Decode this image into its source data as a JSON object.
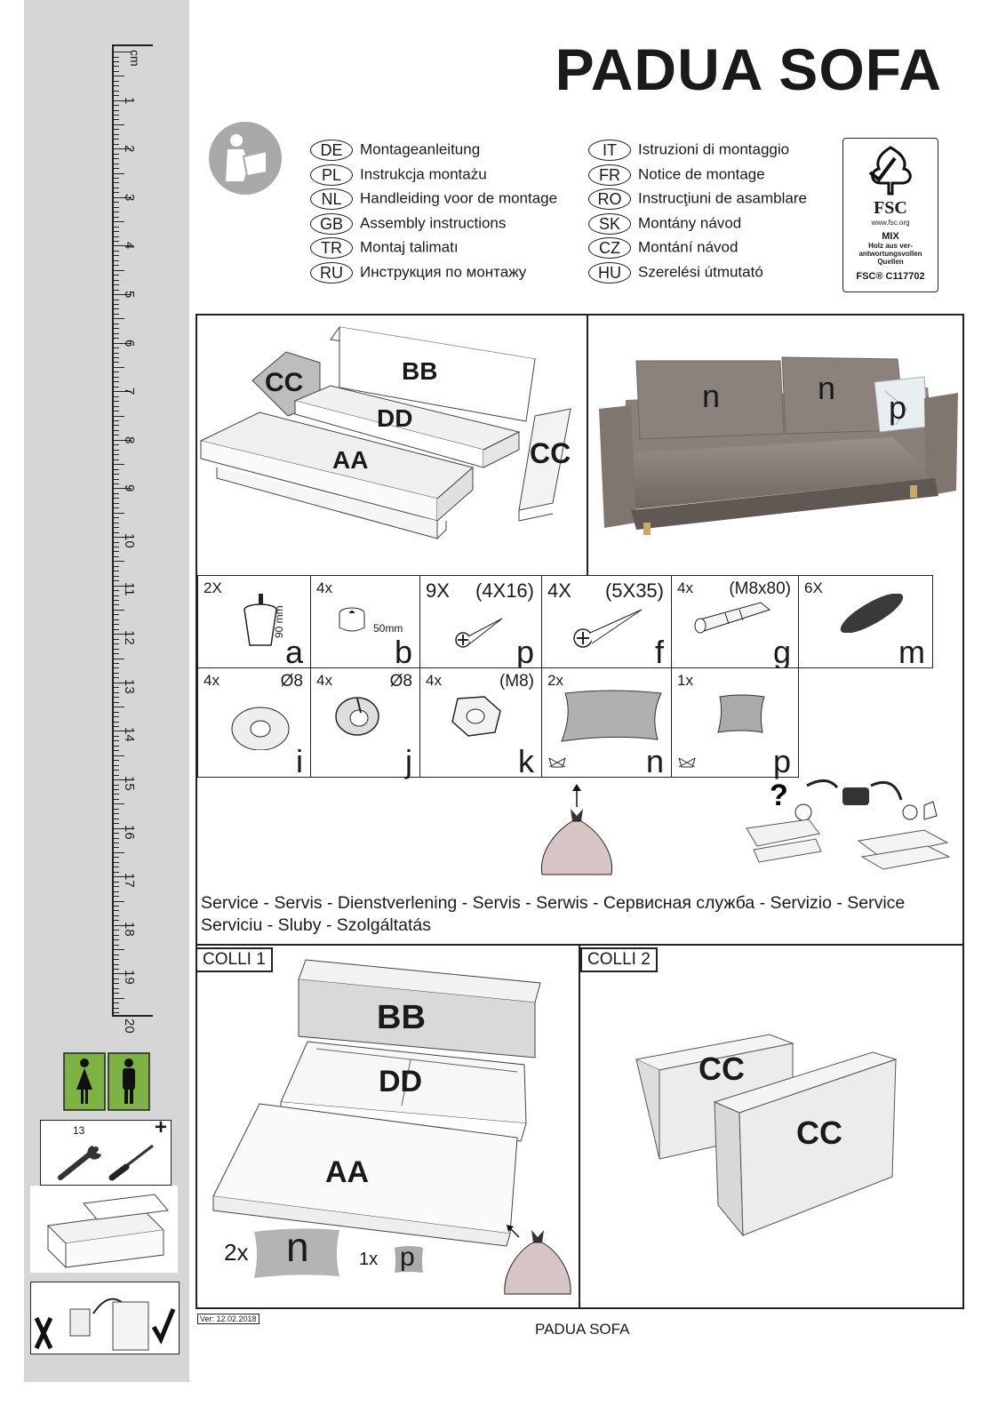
{
  "title": "PADUA SOFA",
  "ruler": {
    "unit": "cm",
    "numbers": [
      "1",
      "2",
      "3",
      "4",
      "5",
      "6",
      "7",
      "8",
      "9",
      "10",
      "11",
      "12",
      "13",
      "14",
      "15",
      "16",
      "17",
      "18",
      "19",
      "20"
    ]
  },
  "languages_left": [
    {
      "code": "DE",
      "text": "Montageanleitung"
    },
    {
      "code": "PL",
      "text": "Instrukcja montażu"
    },
    {
      "code": "NL",
      "text": "Handleiding voor de montage"
    },
    {
      "code": "GB",
      "text": "Assembly instructions"
    },
    {
      "code": "TR",
      "text": "Montaj talimatı"
    },
    {
      "code": "RU",
      "text": "Инструкция по монтажу"
    }
  ],
  "languages_right": [
    {
      "code": "IT",
      "text": "Istruzioni di montaggio"
    },
    {
      "code": "FR",
      "text": "Notice de montage"
    },
    {
      "code": "RO",
      "text": "Instrucţiuni de asamblare"
    },
    {
      "code": "SK",
      "text": "Montány návod"
    },
    {
      "code": "CZ",
      "text": "Montání návod"
    },
    {
      "code": "HU",
      "text": "Szerelési útmutató"
    }
  ],
  "fsc": {
    "logo": "FSC",
    "url": "www.fsc.org",
    "mix": "MIX",
    "note": "Holz aus ver-antwortungsvollen Quellen",
    "code": "FSC® C117702"
  },
  "overview": {
    "aa": "AA",
    "bb": "BB",
    "cc1": "CC",
    "cc2": "CC",
    "dd": "DD",
    "photo_n1": "n",
    "photo_n2": "n",
    "photo_p": "p"
  },
  "parts": [
    {
      "qty": "2X",
      "spec": "",
      "dim": "90 mm",
      "letter": "a",
      "icon": "leg-icon"
    },
    {
      "qty": "4x",
      "spec": "",
      "dim": "50mm",
      "letter": "b",
      "icon": "glide-icon"
    },
    {
      "qty": "9X",
      "spec": "(4X16)",
      "dim": "",
      "letter": "p",
      "icon": "screw-small-icon"
    },
    {
      "qty": "4X",
      "spec": "(5X35)",
      "dim": "",
      "letter": "f",
      "icon": "screw-long-icon"
    },
    {
      "qty": "4x",
      "spec": "(M8x80)",
      "dim": "",
      "letter": "g",
      "icon": "bolt-icon"
    },
    {
      "qty": "6X",
      "spec": "",
      "dim": "",
      "letter": "m",
      "icon": "oval-pad-icon"
    },
    {
      "qty": "4x",
      "spec": "Ø8",
      "dim": "",
      "letter": "i",
      "icon": "washer-icon"
    },
    {
      "qty": "4x",
      "spec": "Ø8",
      "dim": "",
      "letter": "j",
      "icon": "spring-washer-icon"
    },
    {
      "qty": "4x",
      "spec": "(M8)",
      "dim": "",
      "letter": "k",
      "icon": "nut-icon"
    },
    {
      "qty": "2x",
      "spec": "",
      "dim": "",
      "letter": "n",
      "icon": "cushion-icon"
    },
    {
      "qty": "1x",
      "spec": "",
      "dim": "",
      "letter": "p",
      "icon": "pillow-icon"
    }
  ],
  "service": {
    "line1": "Service - Servis - Dienstverlening - Servis - Serwis - Сервисная служба - Servizio - Service",
    "line2": "Serviciu - Sluby - Szolgáltatás"
  },
  "colli1": {
    "label": "COLLI 1",
    "bb": "BB",
    "dd": "DD",
    "aa": "AA",
    "n_qty": "2x",
    "n": "n",
    "p_qty": "1x",
    "p": "p"
  },
  "colli2": {
    "label": "COLLI 2",
    "cc1": "CC",
    "cc2": "CC"
  },
  "sidebar": {
    "tools_count": "13",
    "plus": "+"
  },
  "version": "Ver: 12.02.2018",
  "footer": "PADUA SOFA"
}
